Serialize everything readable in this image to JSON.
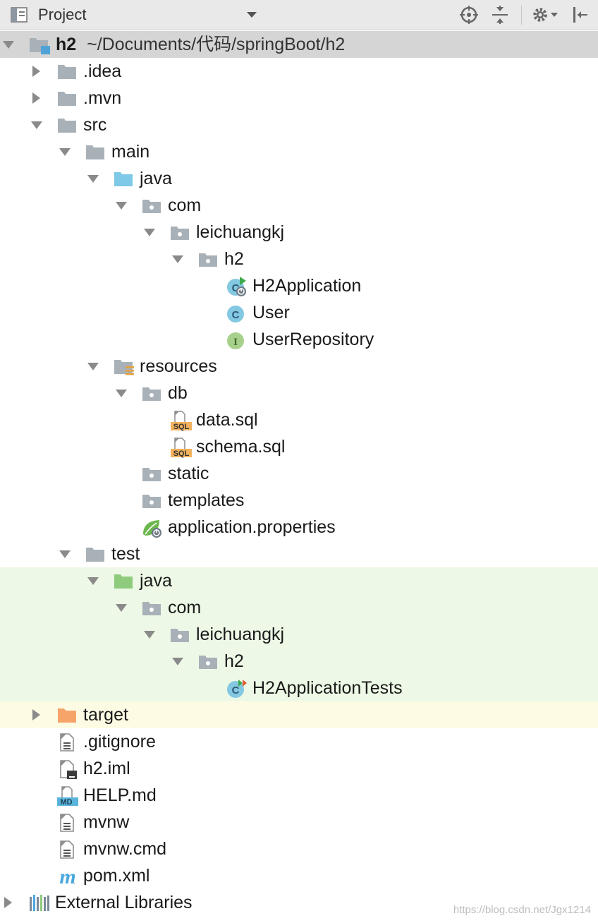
{
  "header": {
    "title": "Project",
    "icons": [
      "project-pane-icon",
      "dropdown-icon",
      "locate-icon",
      "collapse-all-icon",
      "gear-icon",
      "hide-icon"
    ]
  },
  "tree": {
    "root": {
      "name": "h2",
      "path": "~/Documents/代码/springBoot/h2"
    },
    "items": [
      {
        "label": ".idea"
      },
      {
        "label": ".mvn"
      },
      {
        "label": "src"
      },
      {
        "label": "main"
      },
      {
        "label": "java"
      },
      {
        "label": "com"
      },
      {
        "label": "leichuangkj"
      },
      {
        "label": "h2"
      },
      {
        "label": "H2Application"
      },
      {
        "label": "User"
      },
      {
        "label": "UserRepository"
      },
      {
        "label": "resources"
      },
      {
        "label": "db"
      },
      {
        "label": "data.sql"
      },
      {
        "label": "schema.sql"
      },
      {
        "label": "static"
      },
      {
        "label": "templates"
      },
      {
        "label": "application.properties"
      },
      {
        "label": "test"
      },
      {
        "label": "java"
      },
      {
        "label": "com"
      },
      {
        "label": "leichuangkj"
      },
      {
        "label": "h2"
      },
      {
        "label": "H2ApplicationTests"
      },
      {
        "label": "target"
      },
      {
        "label": ".gitignore"
      },
      {
        "label": "h2.iml"
      },
      {
        "label": "HELP.md"
      },
      {
        "label": "mvnw"
      },
      {
        "label": "mvnw.cmd"
      },
      {
        "label": "pom.xml"
      },
      {
        "label": "External Libraries"
      }
    ]
  },
  "icon_text": {
    "sql": "SQL",
    "md": "MD",
    "class": "C",
    "interface": "I",
    "maven": "m"
  },
  "watermark": "https://blog.csdn.net/Jgx1214",
  "colors": {
    "folder": "#a9b1b8",
    "source_folder": "#7ec8e8",
    "test_folder": "#8fcb7d",
    "excluded_folder": "#f7a46b",
    "class_icon": "#84c8e2",
    "interface_icon": "#a8d08d",
    "sql_badge": "#f2b15c",
    "md_badge": "#5ab4dc",
    "test_bg": "#edf9e6",
    "excluded_bg": "#fdfbe3",
    "selected_bg": "#d5d5d5"
  }
}
